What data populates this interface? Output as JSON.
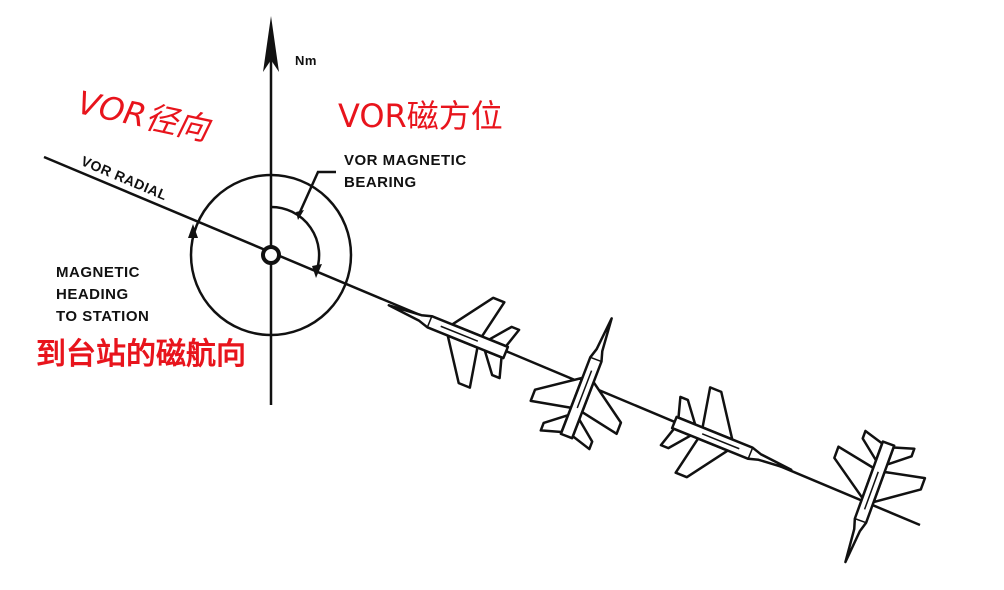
{
  "north_label": "Nm",
  "radial_cn": "VOR径向",
  "radial_en": "VOR RADIAL",
  "bearing_cn": "VOR磁方位",
  "bearing_en_line1": "VOR MAGNETIC",
  "bearing_en_line2": "BEARING",
  "heading_en_line1": "MAGNETIC",
  "heading_en_line2": "HEADING",
  "heading_en_line3": "TO STATION",
  "heading_cn": "到台站的磁航向",
  "colors": {
    "annotation": "#e8141c",
    "line": "#111111"
  }
}
